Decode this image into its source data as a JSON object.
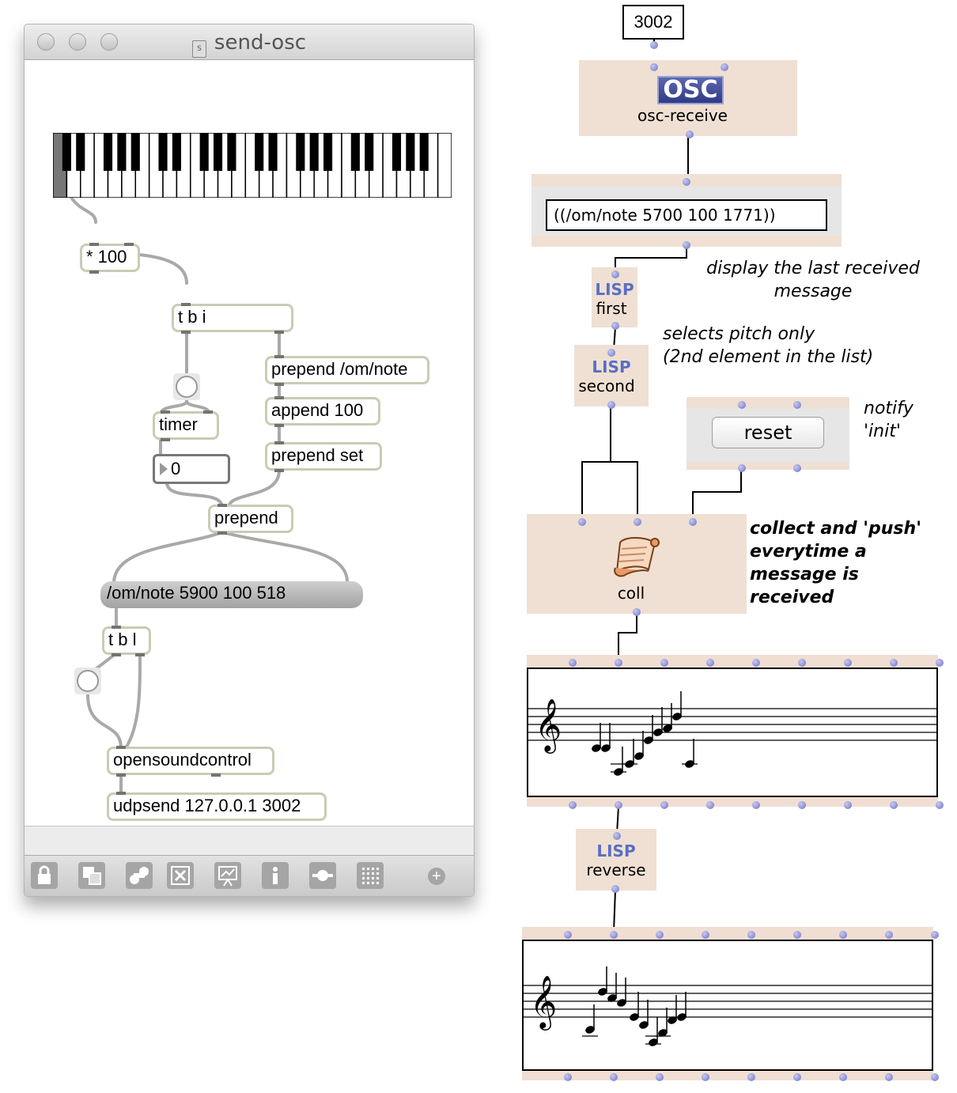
{
  "window": {
    "title": "send-osc",
    "file_icon": "max-patcher-icon"
  },
  "max_patch": {
    "objects": {
      "mult": "* 100",
      "tbi": "t b i",
      "prepend_om_note": "prepend /om/note",
      "timer": "timer",
      "timer_number": "0",
      "append": "append 100",
      "prepend_set": "prepend set",
      "prepend": "prepend",
      "message": "/om/note 5900 100 518",
      "tbl": "t b l",
      "opensoundcontrol": "opensoundcontrol",
      "udpsend": "udpsend 127.0.0.1 3002"
    },
    "keyboard": {
      "octaves": 4,
      "pressed": "first-key"
    }
  },
  "toolbar": {
    "icons": [
      "lock-icon",
      "presentation-icon",
      "inspector-icon",
      "clear-icon",
      "debug-icon",
      "info-icon",
      "connect-icon",
      "grid-icon",
      "add-icon"
    ]
  },
  "om_patch": {
    "port": "3002",
    "osc_badge": "OSC",
    "osc_receive": "osc-receive",
    "last_message": "((/om/note 5700 100 1771))",
    "lisp_label": "LISP",
    "first": "first",
    "second": "second",
    "reset": "reset",
    "coll": "coll",
    "reverse": "reverse"
  },
  "comments": {
    "display_line1": "display the last received",
    "display_line2": "message",
    "selects_line1": "selects pitch only",
    "selects_line2": "(2nd element in the list)",
    "notify_line1": "notify",
    "notify_line2": "'init'",
    "collect_line1": "collect and 'push'",
    "collect_line2": "everytime a",
    "collect_line3": "message is",
    "collect_line4": "received"
  },
  "colors": {
    "object_border": "#c6cdb4",
    "om_box": "#efe0d3",
    "lisp_blue": "#5a6ec4",
    "port_dot": "#6a70c8"
  }
}
